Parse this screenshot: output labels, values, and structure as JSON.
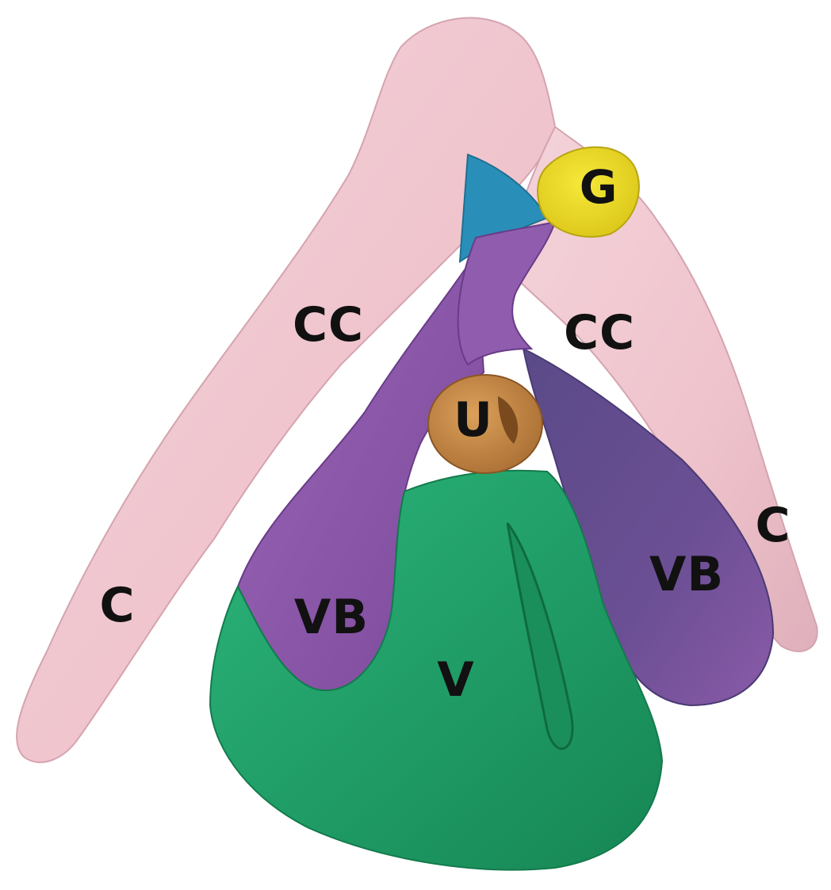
{
  "labels": {
    "glans": "G",
    "corpus_cavernosum_left": "CC",
    "corpus_cavernosum_right": "CC",
    "urethra": "U",
    "crus_left": "C",
    "crus_right": "C",
    "vestibular_bulb_left": "VB",
    "vestibular_bulb_right": "VB",
    "vagina": "V"
  },
  "colors": {
    "background": "#ffffff",
    "corpora_pink": "#efc7cf",
    "corpora_pink_shadow": "#d9a9b4",
    "bulb_purple": "#8a55a8",
    "bulb_purple_dark": "#5e4a8c",
    "vagina_green": "#1f9e66",
    "vagina_green_dark": "#137a4c",
    "urethra_tan": "#c98a45",
    "glans_yellow": "#ecd91f",
    "ligament_blue": "#2a8fb8",
    "label_text": "#111111"
  }
}
